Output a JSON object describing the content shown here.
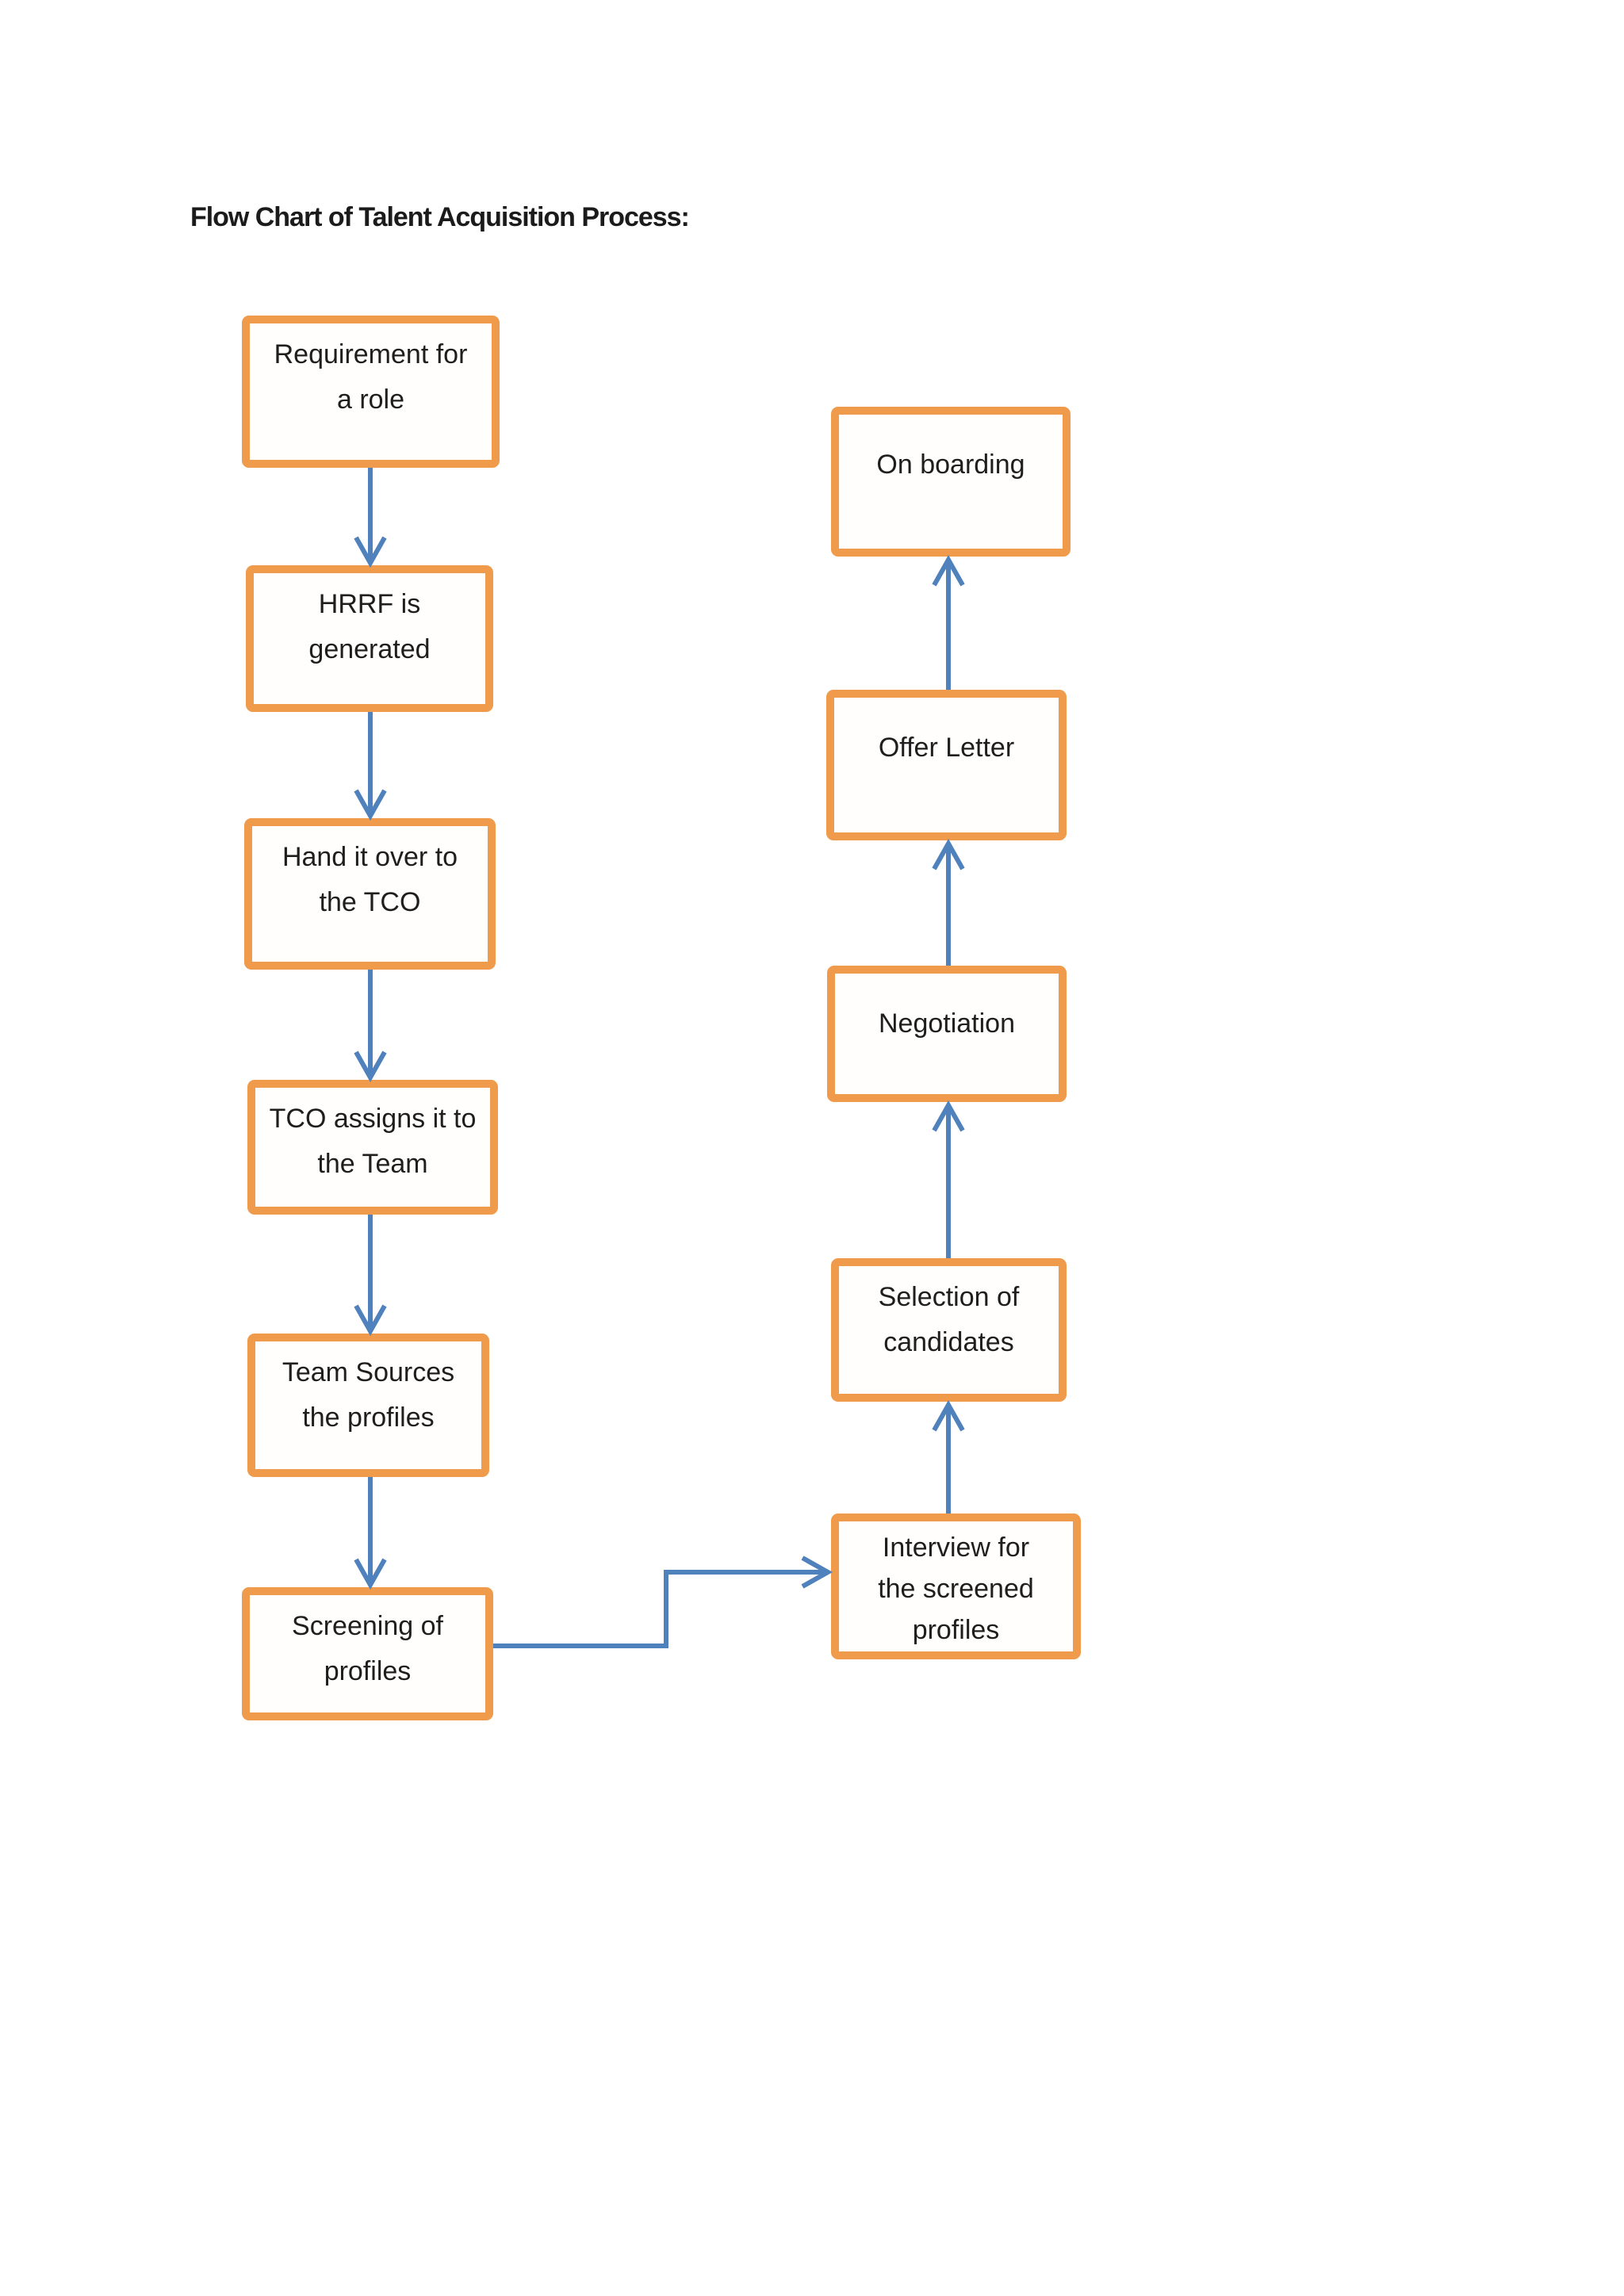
{
  "page": {
    "title": "Flow Chart of Talent Acquisition Process:"
  },
  "colors": {
    "node_border": "#F09A4C",
    "node_fill": "#FFFEFD",
    "connector": "#4F81BD",
    "title_text": "#1B1B1B",
    "node_text": "#1E1E1E",
    "page_background": "#FFFFFF"
  },
  "flowchart": {
    "nodes": [
      {
        "id": "requirement-for-a-role",
        "label": [
          "Requirement for",
          "a role"
        ]
      },
      {
        "id": "hrrf-is-generated",
        "label": [
          "HRRF is",
          "generated"
        ]
      },
      {
        "id": "hand-it-over-to-the-tco",
        "label": [
          "Hand it over to",
          "the TCO"
        ]
      },
      {
        "id": "tco-assigns-it-to-the-team",
        "label": [
          "TCO assigns it to",
          "the Team"
        ]
      },
      {
        "id": "team-sources-the-profiles",
        "label": [
          "Team Sources",
          "the profiles"
        ]
      },
      {
        "id": "screening-of-profiles",
        "label": [
          "Screening of",
          "profiles"
        ]
      },
      {
        "id": "interview-for-the-screened-profiles",
        "label": [
          "Interview for",
          "the screened",
          "profiles"
        ]
      },
      {
        "id": "selection-of-candidates",
        "label": [
          "Selection of",
          "candidates"
        ]
      },
      {
        "id": "negotiation",
        "label": [
          "Negotiation"
        ]
      },
      {
        "id": "offer-letter",
        "label": [
          "Offer Letter"
        ]
      },
      {
        "id": "on-boarding",
        "label": [
          "On boarding"
        ]
      }
    ],
    "edges": [
      {
        "from": "requirement-for-a-role",
        "to": "hrrf-is-generated",
        "shape": "straight-down"
      },
      {
        "from": "hrrf-is-generated",
        "to": "hand-it-over-to-the-tco",
        "shape": "straight-down"
      },
      {
        "from": "hand-it-over-to-the-tco",
        "to": "tco-assigns-it-to-the-team",
        "shape": "straight-down"
      },
      {
        "from": "tco-assigns-it-to-the-team",
        "to": "team-sources-the-profiles",
        "shape": "straight-down"
      },
      {
        "from": "team-sources-the-profiles",
        "to": "screening-of-profiles",
        "shape": "straight-down"
      },
      {
        "from": "screening-of-profiles",
        "to": "interview-for-the-screened-profiles",
        "shape": "elbow-right"
      },
      {
        "from": "interview-for-the-screened-profiles",
        "to": "selection-of-candidates",
        "shape": "straight-up"
      },
      {
        "from": "selection-of-candidates",
        "to": "negotiation",
        "shape": "straight-up"
      },
      {
        "from": "negotiation",
        "to": "offer-letter",
        "shape": "straight-up"
      },
      {
        "from": "offer-letter",
        "to": "on-boarding",
        "shape": "straight-up"
      }
    ]
  }
}
